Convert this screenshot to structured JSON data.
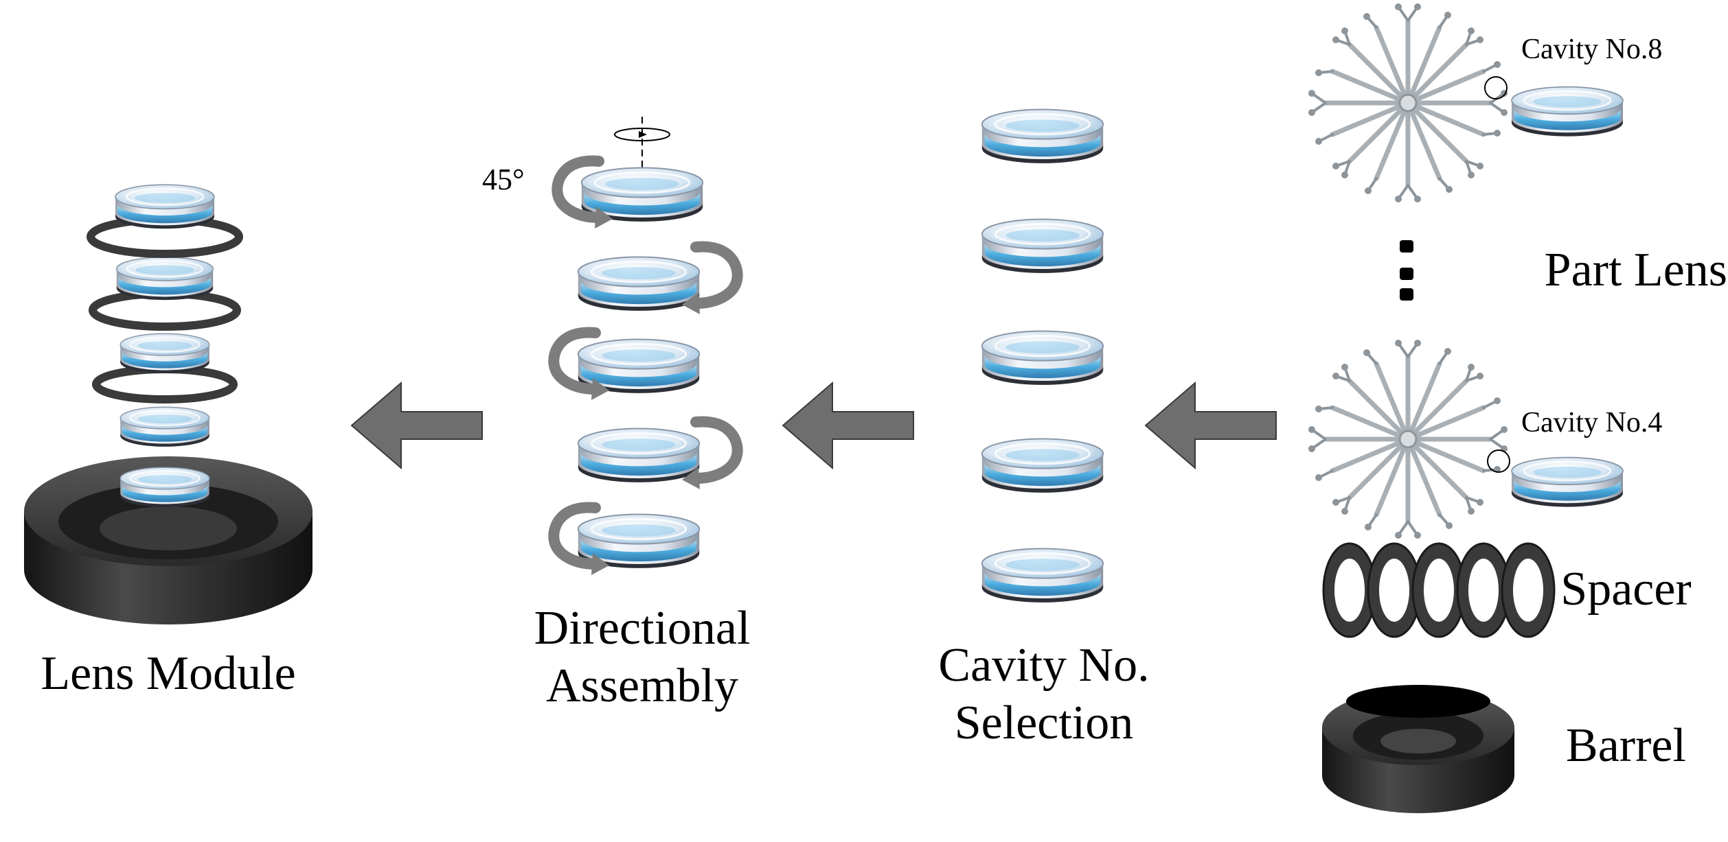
{
  "labels": {
    "lens_module": "Lens Module",
    "directional_assembly": [
      "Directional",
      "Assembly"
    ],
    "cavity_selection": [
      "Cavity No.",
      "Selection"
    ],
    "part_lens": "Part Lens",
    "spacer": "Spacer",
    "barrel": "Barrel",
    "cavity_8": "Cavity No.8",
    "cavity_4": "Cavity No.4",
    "rotation_angle": "45°"
  },
  "colors": {
    "lens_blue": "#3fa9e0",
    "lens_glass": "#e7ecf5",
    "arrow_fill": "#6e6e6e",
    "barrel_dark": "#2b2b2b",
    "spacer_dark": "#333333",
    "sprue_gray": "#a9b0b5"
  },
  "icons": [
    "flow-arrow-icon",
    "rotation-arrow-icon",
    "rotation-axis-icon",
    "ellipsis-dots-icon",
    "mold-sprue-icon"
  ]
}
